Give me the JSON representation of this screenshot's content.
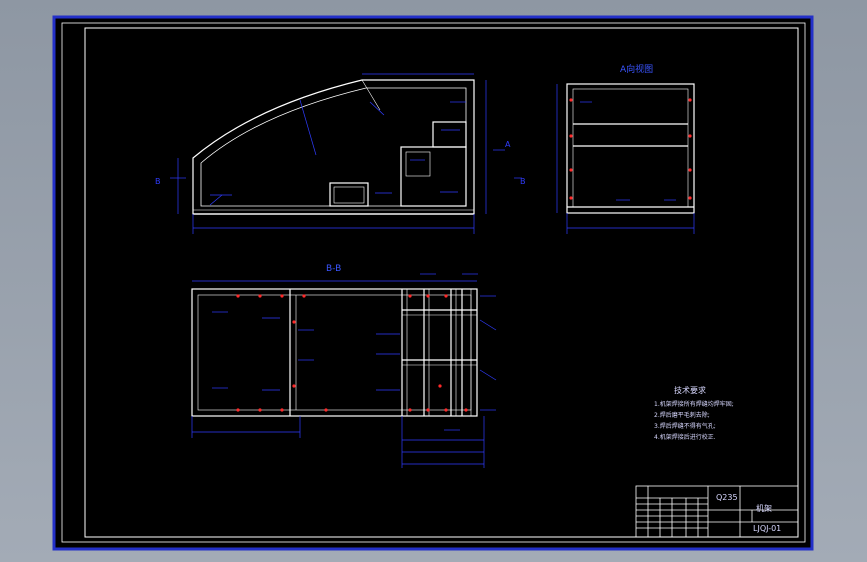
{
  "drawing": {
    "colors": {
      "background": "#000000",
      "sheet_border": "#2330c8",
      "frame_line": "#ffffff",
      "dimension": "#2f3cff",
      "annotation": "#3a55ff",
      "text": "#d8d8ff",
      "marker": "#ff2a2a"
    },
    "views": {
      "side_view_markers": [
        "B",
        "B",
        "A"
      ],
      "top_view_title": "A向视图",
      "section_view_title": "B-B"
    },
    "technical_requirements": {
      "title": "技术要求",
      "items": [
        "1.机架焊接所有焊缝均焊牢固;",
        "2.焊后磨平毛刺去除;",
        "3.焊后焊缝不得有气孔;",
        "4.机架焊接后进行校正."
      ]
    },
    "title_block": {
      "material": "Q235",
      "name": "机架",
      "drawing_number": "LJQJ-01"
    }
  }
}
